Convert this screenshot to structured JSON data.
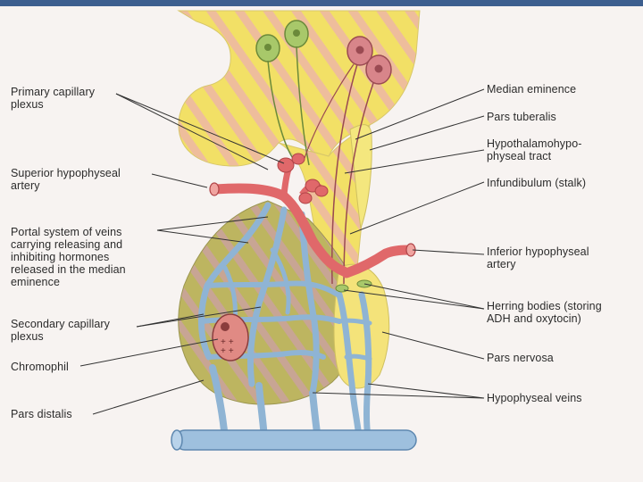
{
  "colors": {
    "frame_bar": "#3d5f8f",
    "background": "#f7f3f1",
    "gland_yellow": "#f2e066",
    "gland_stripe": "#eeb8a6",
    "artery_red": "#e0686a",
    "vein_blue": "#8fb4d4",
    "neuron_green": "#a8c86a",
    "neuron_pink": "#d8858a",
    "pars_distalis_olive": "#b4b25a"
  },
  "labels": {
    "primary_capillary_plexus": "Primary capillary\nplexus",
    "superior_hypophyseal_artery": "Superior hypophyseal\nartery",
    "portal_system": "Portal system of veins\ncarrying releasing and\ninhibiting hormones\nreleased in the median\neminence",
    "secondary_capillary_plexus": "Secondary capillary\nplexus",
    "chromophil": "Chromophil",
    "pars_distalis": "Pars distalis",
    "median_eminence": "Median eminence",
    "pars_tuberalis": "Pars tuberalis",
    "hypothalamohypophyseal_tract": "Hypothalamohypo-\nphyseal tract",
    "infundibulum": "Infundibulum (stalk)",
    "inferior_hypophyseal_artery": "Inferior hypophyseal\nartery",
    "herring_bodies": "Herring bodies (storing\nADH and oxytocin)",
    "pars_nervosa": "Pars nervosa",
    "hypophyseal_veins": "Hypophyseal veins"
  },
  "cell_marker": "+ +\n+ +"
}
